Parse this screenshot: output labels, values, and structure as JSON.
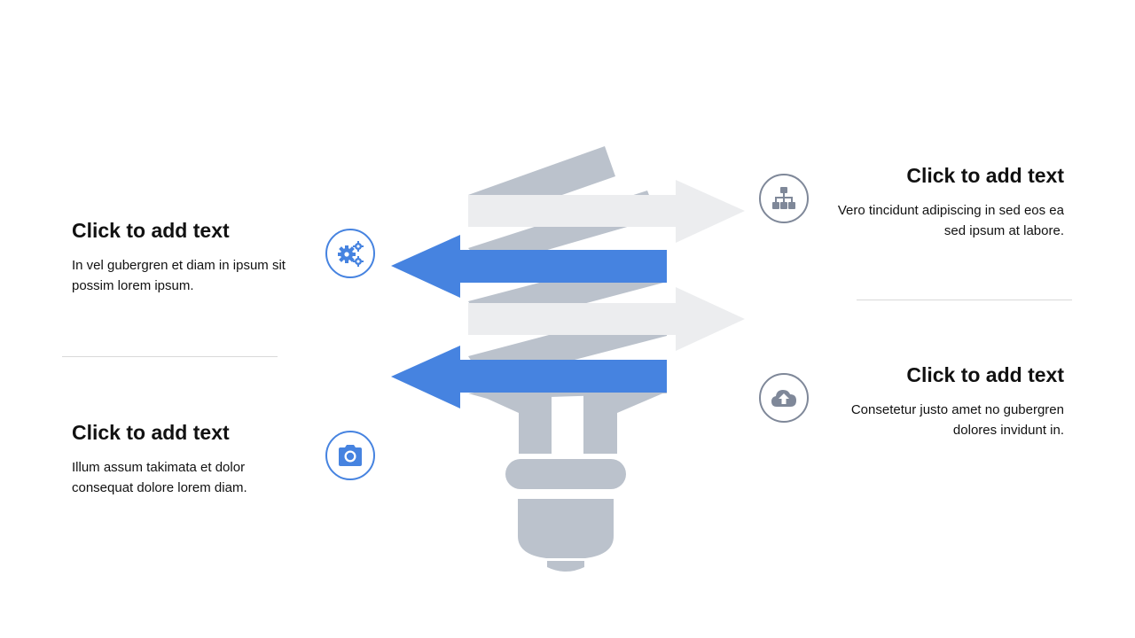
{
  "colors": {
    "accent": "#4683E0",
    "bulb": "#BBC2CC",
    "light_arrow": "#ECEDEF",
    "icon_gray": "#7F8899"
  },
  "items": [
    {
      "title": "Click to add text",
      "body": "In vel gubergren et diam in ipsum sit possim lorem ipsum.",
      "icon": "gears-icon"
    },
    {
      "title": "Click to add text",
      "body": "Illum assum takimata et dolor consequat dolore lorem diam.",
      "icon": "camera-icon"
    },
    {
      "title": "Click to add text",
      "body": "Vero tincidunt adipiscing in sed eos ea sed ipsum at labore.",
      "icon": "sitemap-icon"
    },
    {
      "title": "Click to add text",
      "body": "Consetetur justo amet no gubergren dolores invidunt in.",
      "icon": "cloud-upload-icon"
    }
  ]
}
